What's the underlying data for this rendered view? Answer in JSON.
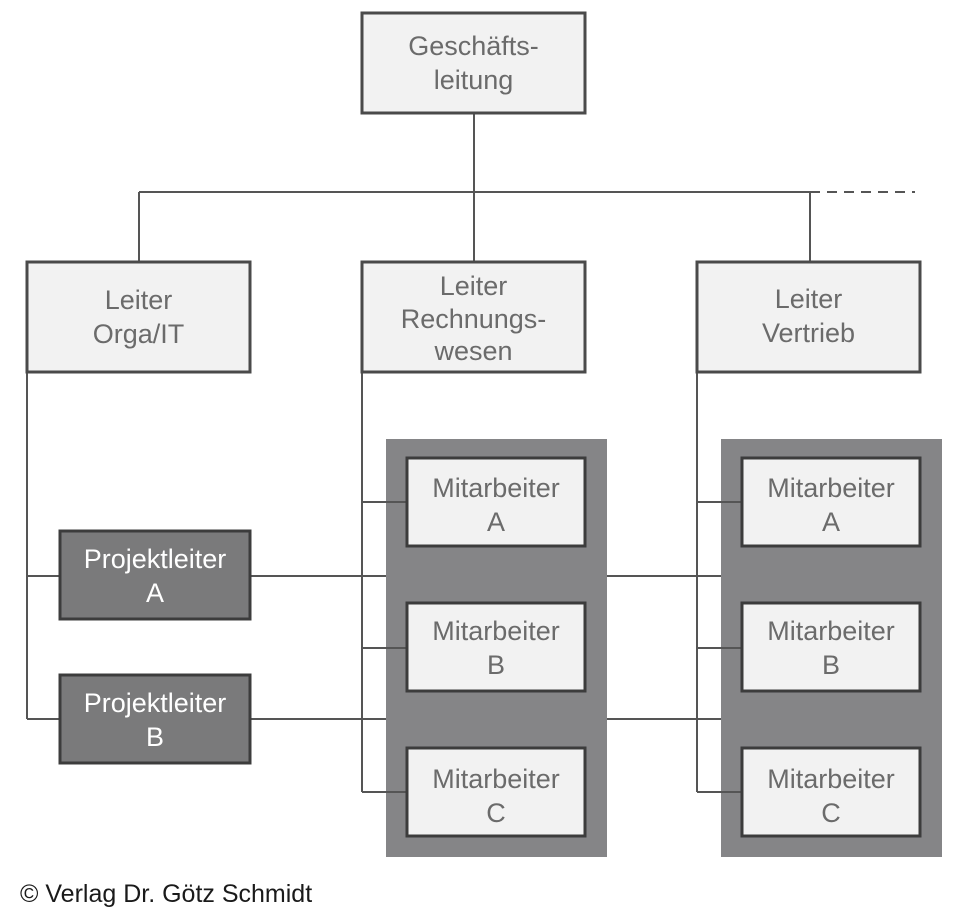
{
  "org_chart": {
    "top": {
      "lines": [
        "Geschäfts-",
        "leitung"
      ]
    },
    "heads": [
      {
        "id": "orga",
        "lines": [
          "Leiter",
          "Orga/IT"
        ]
      },
      {
        "id": "rewe",
        "lines": [
          "Leiter",
          "Rechnungs-",
          "wesen"
        ]
      },
      {
        "id": "vertrieb",
        "lines": [
          "Leiter",
          "Vertrieb"
        ]
      }
    ],
    "project_leads": [
      {
        "id": "pl-a",
        "lines": [
          "Projektleiter",
          "A"
        ]
      },
      {
        "id": "pl-b",
        "lines": [
          "Projektleiter",
          "B"
        ]
      }
    ],
    "staff_groups": [
      {
        "id": "rewe-staff",
        "members": [
          {
            "lines": [
              "Mitarbeiter",
              "A"
            ]
          },
          {
            "lines": [
              "Mitarbeiter",
              "B"
            ]
          },
          {
            "lines": [
              "Mitarbeiter",
              "C"
            ]
          }
        ]
      },
      {
        "id": "vertrieb-staff",
        "members": [
          {
            "lines": [
              "Mitarbeiter",
              "A"
            ]
          },
          {
            "lines": [
              "Mitarbeiter",
              "B"
            ]
          },
          {
            "lines": [
              "Mitarbeiter",
              "C"
            ]
          }
        ]
      }
    ]
  },
  "copyright": "© Verlag Dr. Götz Schmidt",
  "colors": {
    "box_fill": "#f2f2f2",
    "box_stroke": "#4a4a4a",
    "dark_fill": "#7a7a7b",
    "panel_fill": "#858587",
    "line": "#555555"
  }
}
